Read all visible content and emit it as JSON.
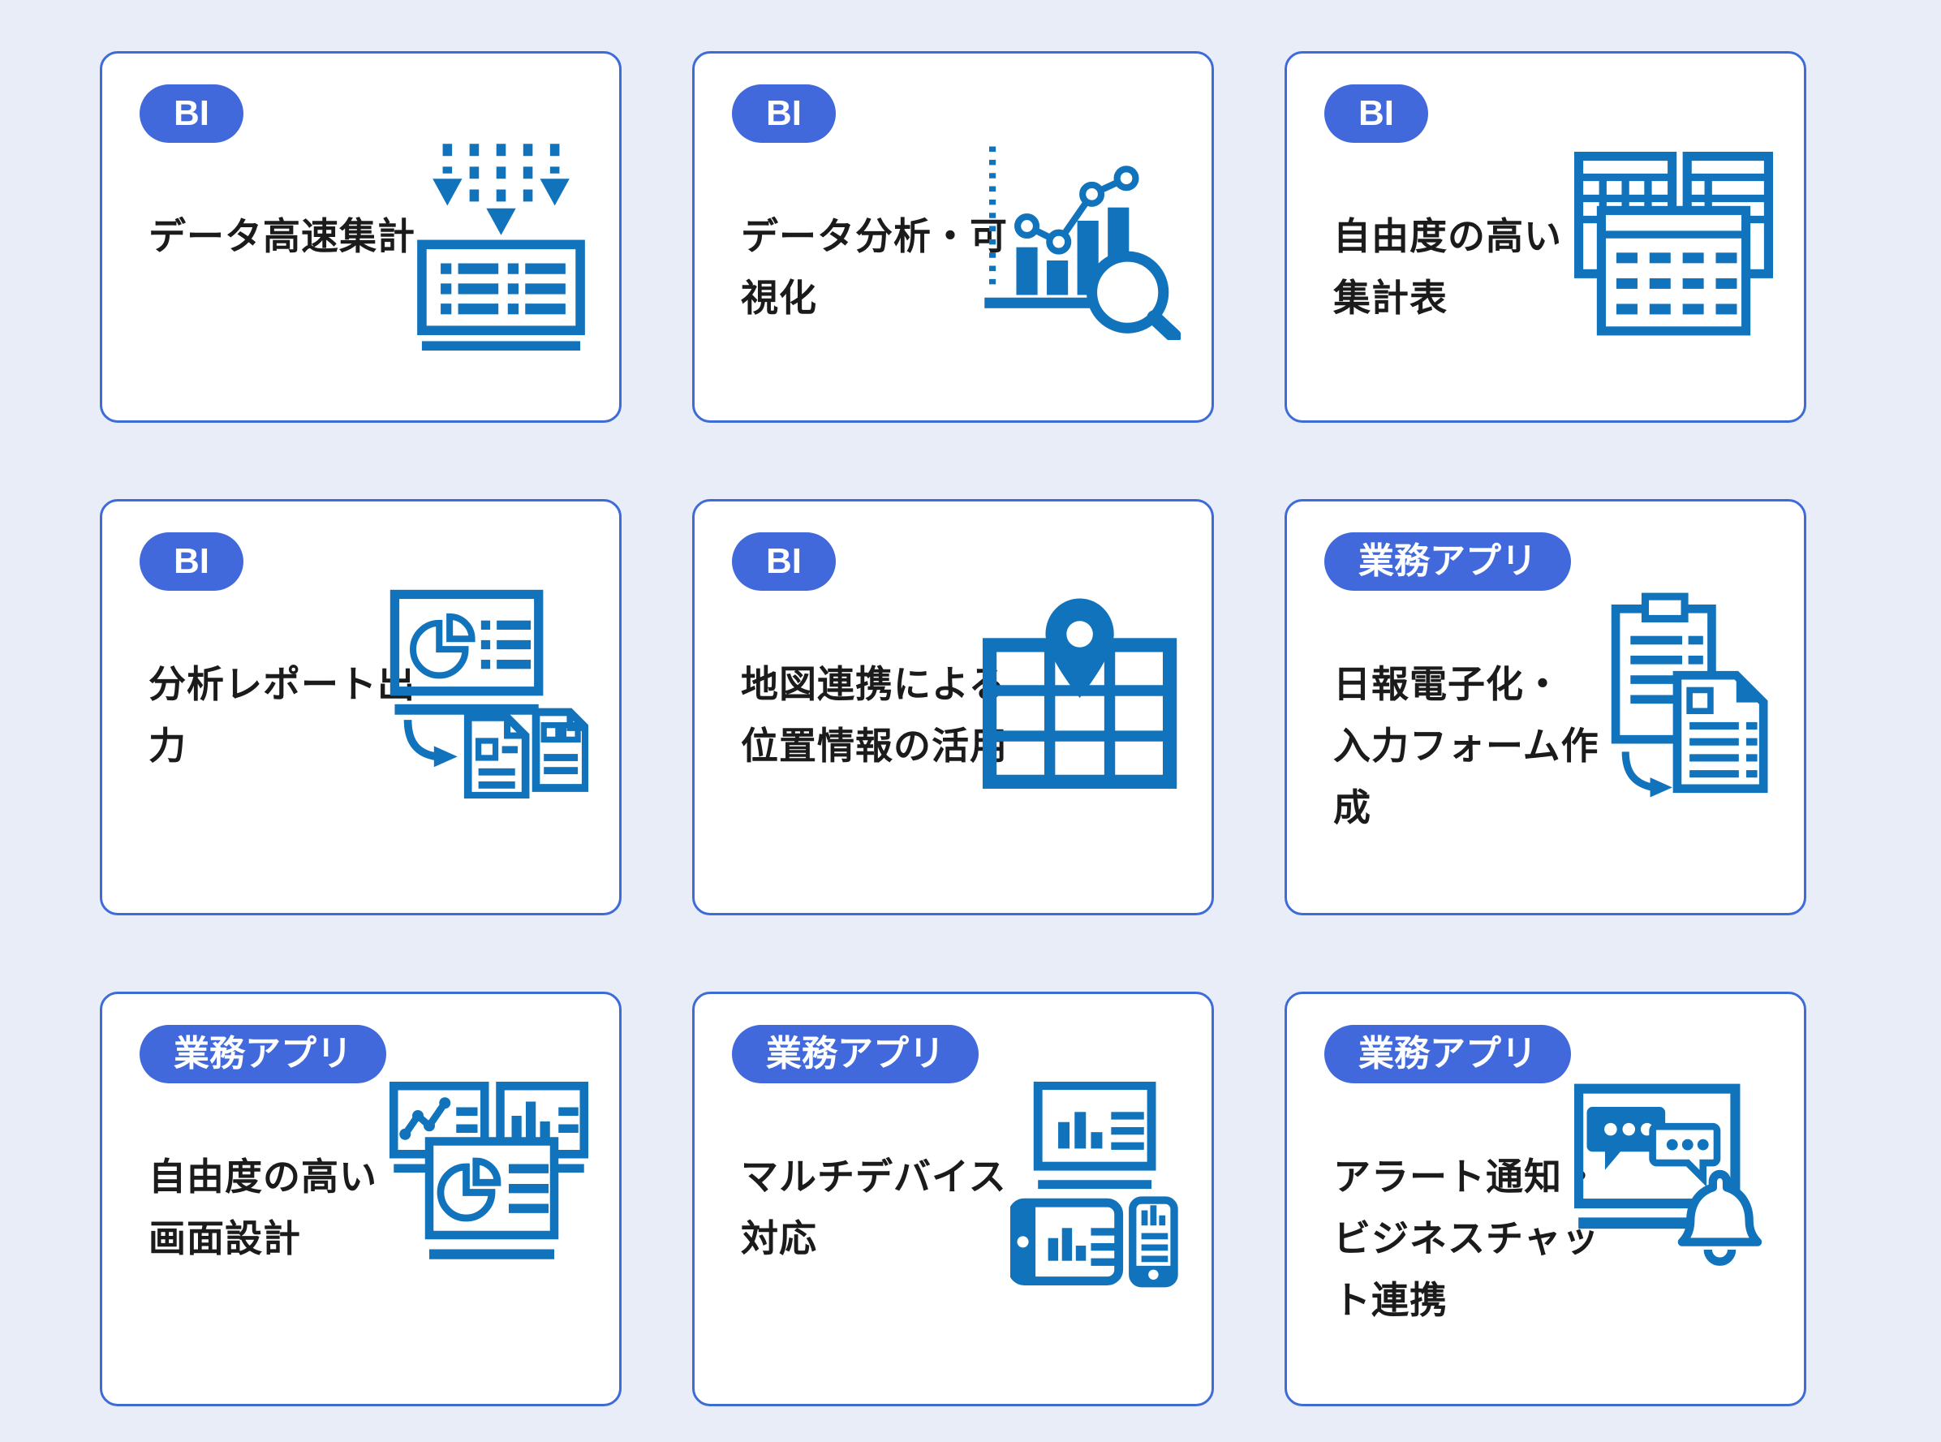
{
  "page": {
    "background": "#E8EDF8"
  },
  "colors": {
    "page_bg": "#E8EDF8",
    "card_bg": "#FFFFFF",
    "card_border": "#3D6BD7",
    "badge_bg": "#4169DB",
    "badge_text": "#FFFFFF",
    "icon_color": "#1273BD",
    "title_color": "#1B1B1B"
  },
  "cards": [
    {
      "badge": "BI",
      "title": "データ高速集計",
      "icon": "data-import-table-icon"
    },
    {
      "badge": "BI",
      "title": "データ分析・可\n視化",
      "icon": "bar-chart-magnifier-icon"
    },
    {
      "badge": "BI",
      "title": "自由度の高い\n集計表",
      "icon": "summary-table-icon"
    },
    {
      "badge": "BI",
      "title": "分析レポート出\n力",
      "icon": "report-export-icon"
    },
    {
      "badge": "BI",
      "title": "地図連携による\n位置情報の活用",
      "icon": "map-location-pin-icon"
    },
    {
      "badge": "業務アプリ",
      "title": "日報電子化・\n入力フォーム作\n成",
      "icon": "daily-report-form-icon"
    },
    {
      "badge": "業務アプリ",
      "title": "自由度の高い\n画面設計",
      "icon": "screen-design-icon"
    },
    {
      "badge": "業務アプリ",
      "title": "マルチデバイス\n対応",
      "icon": "multi-device-icon"
    },
    {
      "badge": "業務アプリ",
      "title": "アラート通知・\nビジネスチャッ\nト連携",
      "icon": "alert-chat-icon"
    }
  ]
}
